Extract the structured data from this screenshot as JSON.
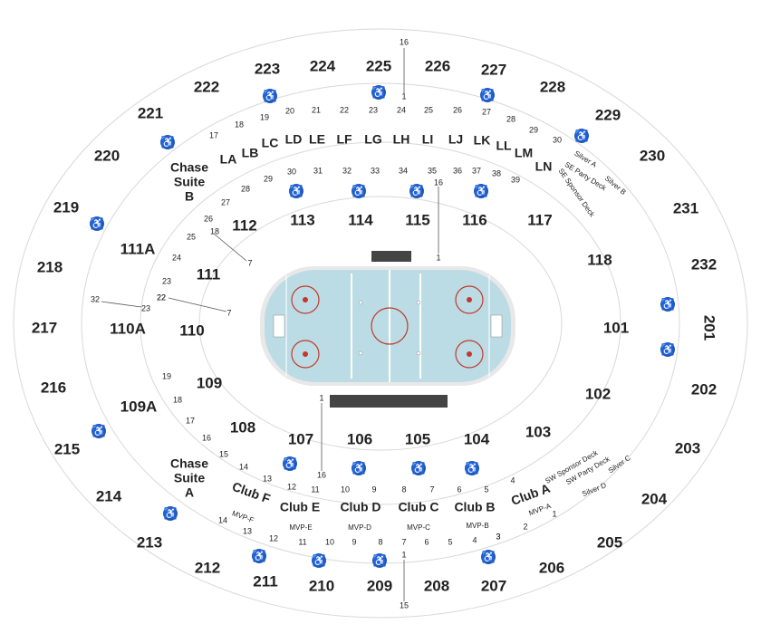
{
  "map": {
    "upper_sections": [
      "223",
      "224",
      "225",
      "226",
      "227",
      "222",
      "228",
      "221",
      "229",
      "220",
      "230",
      "219",
      "231",
      "218",
      "232",
      "217",
      "201",
      "216",
      "202",
      "215",
      "203",
      "214",
      "204",
      "213",
      "205",
      "212",
      "206",
      "211",
      "210",
      "209",
      "208",
      "207"
    ],
    "lower_sections": [
      "112",
      "113",
      "114",
      "115",
      "116",
      "117",
      "111A",
      "111",
      "118",
      "110A",
      "110",
      "101",
      "109A",
      "109",
      "102",
      "108",
      "103",
      "107",
      "106",
      "105",
      "104"
    ],
    "loge_rows": [
      "LA",
      "LB",
      "LC",
      "LD",
      "LE",
      "LF",
      "LG",
      "LH",
      "LI",
      "LJ",
      "LK",
      "LL",
      "LM",
      "LN"
    ],
    "clubs": [
      "Club F",
      "Club E",
      "Club D",
      "Club C",
      "Club B",
      "Club A"
    ],
    "mvp": [
      "MVP-F",
      "MVP-E",
      "MVP-D",
      "MVP-C",
      "MVP-B",
      "MVP-A"
    ],
    "chase_suites": [
      {
        "line1": "Chase",
        "line2": "Suite",
        "line3": "B"
      },
      {
        "line1": "Chase",
        "line2": "Suite",
        "line3": "A"
      }
    ],
    "decks": [
      "SE Party Deck",
      "SE Sponsor Deck",
      "Silver A",
      "Silver B",
      "SW Sponsor Deck",
      "SW Party Deck",
      "Silver C",
      "Silver D"
    ],
    "row_numbers_top": [
      "16",
      "1",
      "18",
      "19",
      "20",
      "21",
      "22",
      "23",
      "24",
      "25",
      "26",
      "27",
      "28",
      "29",
      "30",
      "17"
    ],
    "row_numbers_mid": [
      "30",
      "31",
      "32",
      "33",
      "34",
      "35",
      "36",
      "37",
      "38",
      "39",
      "29",
      "28",
      "27",
      "26",
      "25",
      "24",
      "23",
      "22",
      "18",
      "7",
      "32",
      "23",
      "22",
      "7",
      "16",
      "1"
    ],
    "row_numbers_bottom": [
      "19",
      "18",
      "17",
      "16",
      "15",
      "14",
      "13",
      "12",
      "11",
      "10",
      "9",
      "8",
      "7",
      "6",
      "5",
      "4",
      "3",
      "2",
      "1",
      "14",
      "13",
      "12",
      "11",
      "10",
      "9",
      "8",
      "7",
      "6",
      "5",
      "4",
      "3",
      "16",
      "1",
      "1",
      "15"
    ],
    "rink_colors": {
      "ice": "#bcdce5",
      "boards": "#e8e8e8",
      "red_line": "#c0392b",
      "blue_line": "#4a6ab5"
    },
    "accessibility_icon": "wheelchair-icon"
  }
}
